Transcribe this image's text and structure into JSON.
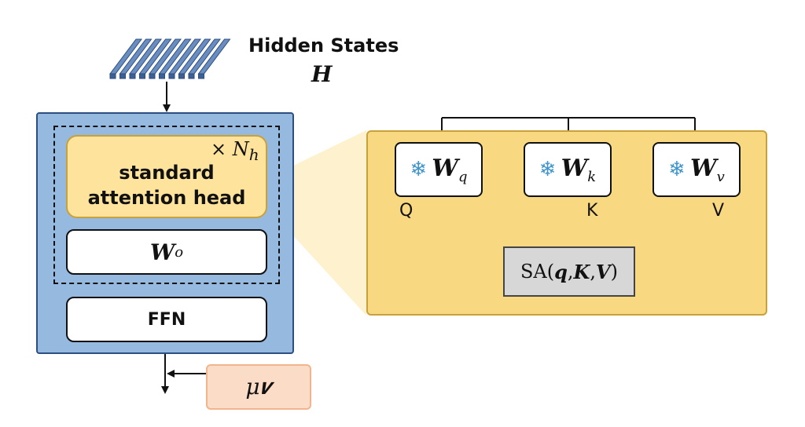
{
  "hidden_states": {
    "title": "Hidden States",
    "symbol": "H"
  },
  "layer": {
    "attention_head": {
      "line1": "standard",
      "line2": "attention head"
    },
    "repeat": {
      "prefix": "× ",
      "symbol": "N",
      "subscript": "h"
    },
    "output_proj": {
      "symbol": "W",
      "subscript": "o"
    },
    "ffn": {
      "label": "FFN"
    }
  },
  "steering_vector": {
    "label": "μ𝒗"
  },
  "detail": {
    "weights": [
      {
        "symbol": "W",
        "subscript": "q",
        "output": "Q",
        "icon": "snowflake-icon"
      },
      {
        "symbol": "W",
        "subscript": "k",
        "output": "K",
        "icon": "snowflake-icon"
      },
      {
        "symbol": "W",
        "subscript": "v",
        "output": "V",
        "icon": "snowflake-icon"
      }
    ],
    "self_attention": {
      "fn": "SA",
      "open": "(",
      "q": "q",
      "sep1": ", ",
      "k": "K",
      "sep2": ", ",
      "v": "V",
      "close": ")"
    }
  },
  "colors": {
    "layer_fill": "#96b9e0",
    "attention_fill": "#fde39c",
    "detail_fill": "#f8d981",
    "steering_fill": "#fbdcc7",
    "sa_fill": "#d7d7d7",
    "snowflake": "#3f95c9"
  }
}
